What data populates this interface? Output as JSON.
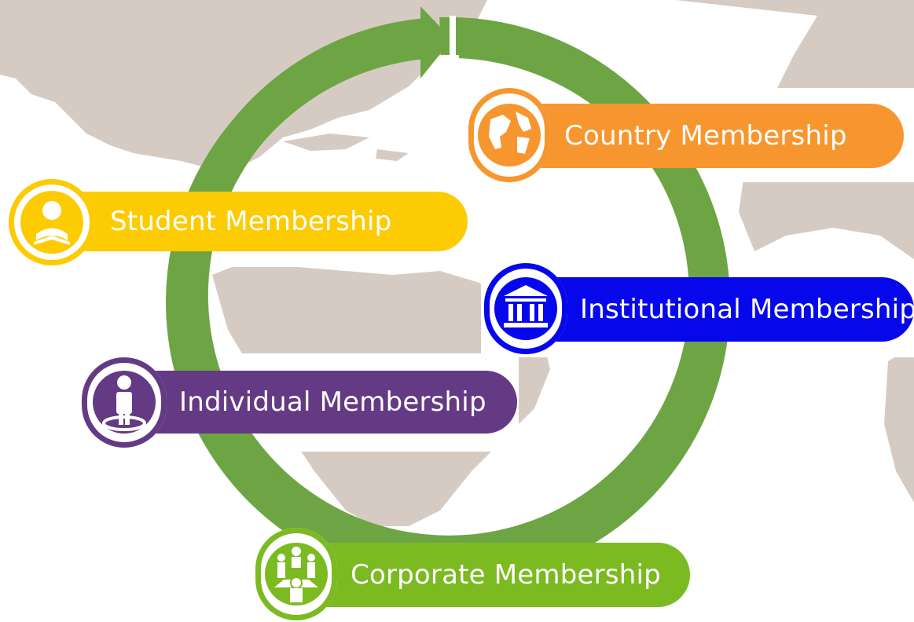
{
  "memberships": [
    {
      "id": "country",
      "label": "Country Membership",
      "color": "#F7962E",
      "icon": "globe-icon"
    },
    {
      "id": "student",
      "label": "Student Membership",
      "color": "#FDCB02",
      "icon": "student-reading-icon"
    },
    {
      "id": "institutional",
      "label": "Institutional Membership",
      "color": "#0707EC",
      "icon": "institution-building-icon"
    },
    {
      "id": "individual",
      "label": "Individual Membership",
      "color": "#633A83",
      "icon": "person-icon"
    },
    {
      "id": "corporate",
      "label": "Corporate Membership",
      "color": "#7CBA22",
      "icon": "meeting-group-icon"
    }
  ],
  "cycle_arrow_color": "#6EA544",
  "map_color": "#D6CBC3"
}
